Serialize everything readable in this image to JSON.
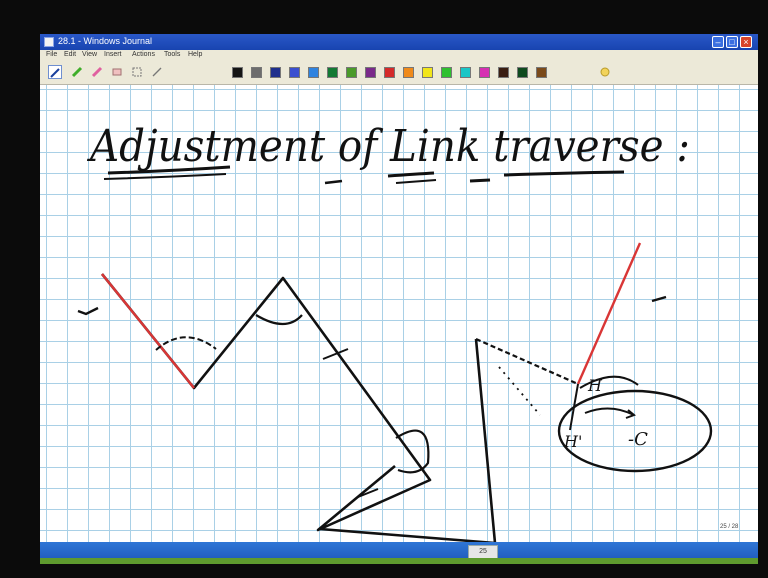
{
  "window": {
    "title": "28.1 - Windows Journal"
  },
  "menu": {
    "items": [
      "File",
      "Edit",
      "View",
      "Insert",
      "Actions",
      "Tools",
      "Help"
    ]
  },
  "toolbar": {
    "tools": [
      {
        "icon": "pen-icon"
      },
      {
        "icon": "highlighter-green-icon"
      },
      {
        "icon": "highlighter-pink-icon"
      },
      {
        "icon": "eraser-icon"
      },
      {
        "icon": "lasso-select-icon"
      },
      {
        "icon": "line-tool-icon"
      }
    ],
    "pen_colors": [
      "#151515",
      "#6d6d6d",
      "#1f2f8c",
      "#3a4fd0",
      "#2f83df",
      "#137a34",
      "#4a9a2a",
      "#7a2a8a",
      "#d42a2a",
      "#ef8a1a",
      "#f1e51a",
      "#2fc02f",
      "#1ac6c6",
      "#d62fb2",
      "#3a1e12",
      "#0e4a1e",
      "#7a4a1a"
    ],
    "extra_icon": "pen-options-icon"
  },
  "note": {
    "heading": "Adjustment of Link traverse :",
    "labels": {
      "angle_h": "H",
      "angle_h_prime": "H'",
      "angle_c": "-C"
    }
  },
  "ink_colors": {
    "black": "#111111",
    "red": "#d93636"
  },
  "status": {
    "page_indicator": "25 / 28",
    "scroll_label": "25"
  }
}
